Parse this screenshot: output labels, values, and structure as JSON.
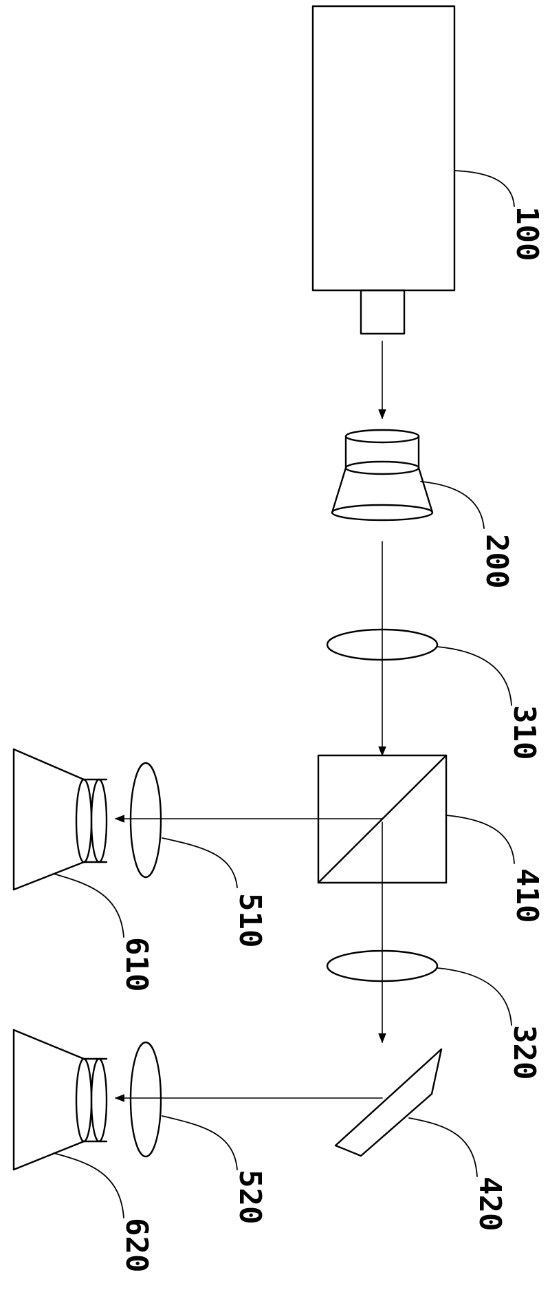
{
  "labels": {
    "laser": "100",
    "beam_expander": "200",
    "lens_1": "310",
    "beam_splitter": "410",
    "lens_2": "320",
    "mirror": "420",
    "lens_3": "510",
    "lens_4": "520",
    "detector_1": "610",
    "detector_2": "620"
  }
}
